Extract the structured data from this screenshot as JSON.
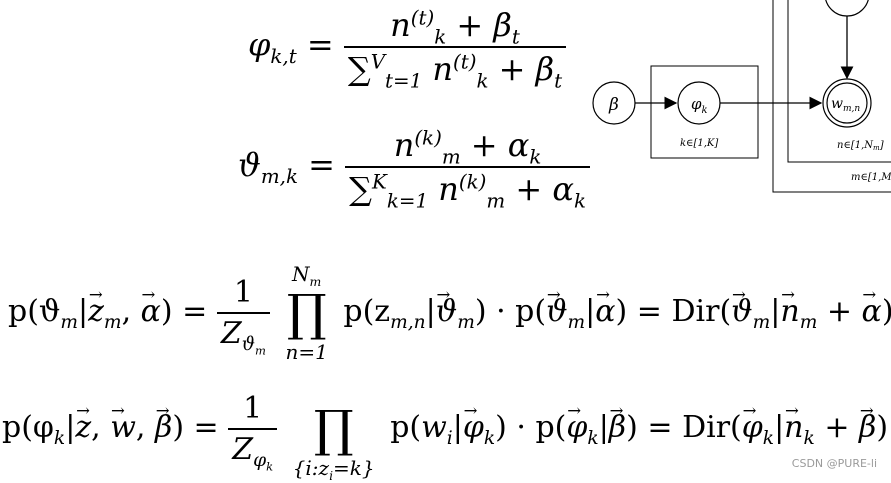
{
  "eq1": {
    "lhs": "φ",
    "lhs_sub": "k,t",
    "num_n": "n",
    "num_sub": "k",
    "num_sup": "(t)",
    "num_plus": " + β",
    "num_beta_sub": "t",
    "den_sum": "∑",
    "den_sum_sub": "t=1",
    "den_sum_sup": "V"
  },
  "eq2": {
    "lhs": "ϑ",
    "lhs_sub": "m,k",
    "num_n": "n",
    "num_sub": "m",
    "num_sup": "(k)",
    "num_plus": " + α",
    "num_alpha_sub": "k",
    "den_sum": "∑",
    "den_sum_sub": "k=1",
    "den_sum_sup": "K"
  },
  "eq3": {
    "lhs": "p(ϑ",
    "prod_sup": "N",
    "prod_sup_sub": "m",
    "prod_sub": "n=1",
    "rhs_text": "p(z",
    "dir": "Dir(",
    "one": "1",
    "z": "Z"
  },
  "eq4": {
    "lhs": "p(φ",
    "prod_sub": "{i:z",
    "one": "1",
    "z": "Z",
    "dir": "Dir("
  },
  "diagram": {
    "beta_node": "β",
    "phi_node": "φ",
    "phi_sub": "k",
    "w_node": "w",
    "w_sub": "m,n",
    "plate_k": "k∈[1,K]",
    "plate_n": "n∈[1,N",
    "plate_n_sub": "m",
    "plate_n_end": "]",
    "plate_m": "m∈[1,M"
  },
  "watermark": "CSDN @PURE-li"
}
